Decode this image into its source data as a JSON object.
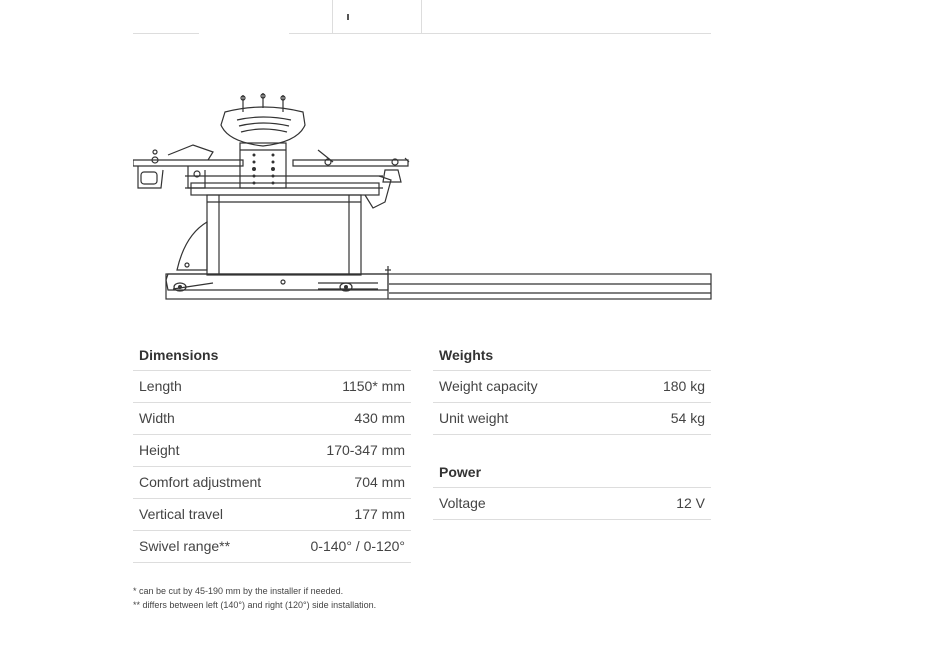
{
  "tabs": {
    "active_tab_label": ""
  },
  "dimensions": {
    "title": "Dimensions",
    "rows": [
      {
        "label": "Length",
        "value": "1150* mm"
      },
      {
        "label": "Width",
        "value": "430 mm"
      },
      {
        "label": "Height",
        "value": "170-347 mm"
      },
      {
        "label": "Comfort adjustment",
        "value": "704 mm"
      },
      {
        "label": "Vertical travel",
        "value": "177 mm"
      },
      {
        "label": "Swivel range**",
        "value": "0-140° / 0-120°"
      }
    ]
  },
  "weights": {
    "title": "Weights",
    "rows": [
      {
        "label": "Weight capacity",
        "value": "180 kg"
      },
      {
        "label": "Unit weight",
        "value": "54 kg"
      }
    ]
  },
  "power": {
    "title": "Power",
    "rows": [
      {
        "label": "Voltage",
        "value": "12 V"
      }
    ]
  },
  "footnotes": {
    "note1": "* can be cut by 45-190 mm by the installer if needed.",
    "note2": "** differs between left (140°) and right (120°) side installation."
  }
}
